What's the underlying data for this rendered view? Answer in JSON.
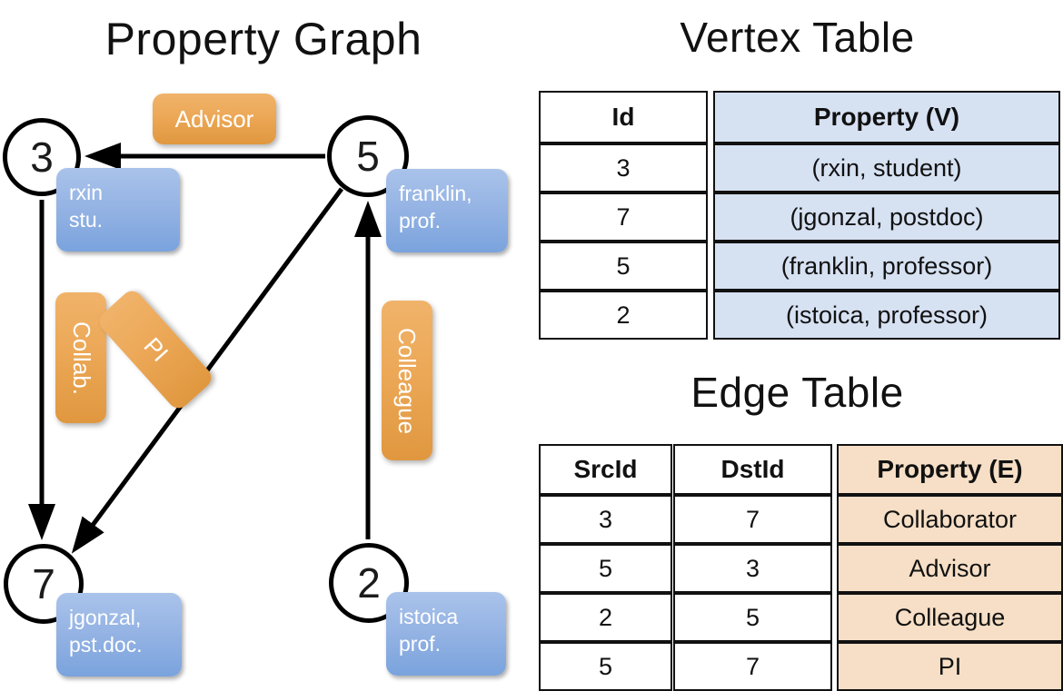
{
  "titles": {
    "property_graph": "Property Graph",
    "vertex_table": "Vertex Table",
    "edge_table": "Edge Table"
  },
  "graph": {
    "nodes": [
      {
        "id": "3",
        "property_line1": "rxin",
        "property_line2": "stu."
      },
      {
        "id": "5",
        "property_line1": "franklin,",
        "property_line2": "prof."
      },
      {
        "id": "7",
        "property_line1": "jgonzal,",
        "property_line2": "pst.doc."
      },
      {
        "id": "2",
        "property_line1": "istoica",
        "property_line2": "prof."
      }
    ],
    "edge_labels": [
      {
        "name": "advisor",
        "text": "Advisor"
      },
      {
        "name": "collab",
        "text": "Collab."
      },
      {
        "name": "pi",
        "text": "PI"
      },
      {
        "name": "colleague",
        "text": "Colleague"
      }
    ]
  },
  "vertex_table": {
    "headers": [
      "Id",
      "Property (V)"
    ],
    "rows": [
      {
        "id": "3",
        "property": "(rxin, student)"
      },
      {
        "id": "7",
        "property": "(jgonzal, postdoc)"
      },
      {
        "id": "5",
        "property": "(franklin, professor)"
      },
      {
        "id": "2",
        "property": "(istoica, professor)"
      }
    ]
  },
  "edge_table": {
    "headers": [
      "SrcId",
      "DstId",
      "Property (E)"
    ],
    "rows": [
      {
        "src": "3",
        "dst": "7",
        "property": "Collaborator"
      },
      {
        "src": "5",
        "dst": "3",
        "property": "Advisor"
      },
      {
        "src": "2",
        "dst": "5",
        "property": "Colleague"
      },
      {
        "src": "5",
        "dst": "7",
        "property": "PI"
      }
    ]
  },
  "colors": {
    "vertex_property_fill": "#d6e1f2",
    "edge_property_fill": "#f6dfc6",
    "node_bubble_blue": "#96b4e4",
    "edge_bubble_orange": "#eca857",
    "stroke": "#111111"
  }
}
